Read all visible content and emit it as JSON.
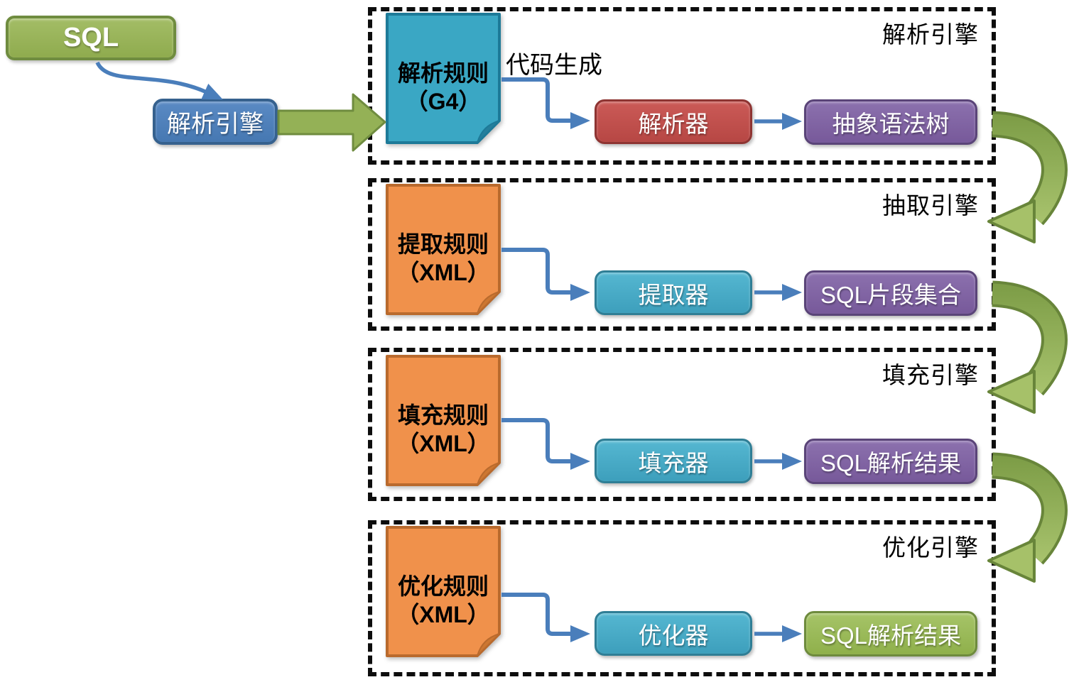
{
  "diagram": {
    "input": {
      "label": "SQL"
    },
    "entry": {
      "label": "解析引擎"
    },
    "annotation": {
      "code_gen": "代码生成"
    },
    "stages": [
      {
        "title": "解析引擎",
        "rule_doc": {
          "line1": "解析规则",
          "line2": "（G4）"
        },
        "processor": "解析器",
        "output": "抽象语法树"
      },
      {
        "title": "抽取引擎",
        "rule_doc": {
          "line1": "提取规则",
          "line2": "（XML）"
        },
        "processor": "提取器",
        "output": "SQL片段集合"
      },
      {
        "title": "填充引擎",
        "rule_doc": {
          "line1": "填充规则",
          "line2": "（XML）"
        },
        "processor": "填充器",
        "output": "SQL解析结果"
      },
      {
        "title": "优化引擎",
        "rule_doc": {
          "line1": "优化规则",
          "line2": "（XML）"
        },
        "processor": "优化器",
        "output": "SQL解析结果"
      }
    ],
    "colors": {
      "olive_green": "#94B156",
      "entry_blue": "#4F81BD",
      "processor_red": "#C0504D",
      "output_purple": "#7D61A1",
      "processor_teal": "#45ACC5",
      "doc_orange": "#F0914B",
      "doc_teal": "#3AA7C4",
      "connector_blue": "#4A7EBB",
      "dashed_border": "#0D0D0D",
      "loop_arrow_dark": "#7C9C46",
      "loop_arrow_light": "#A9C46E"
    }
  }
}
